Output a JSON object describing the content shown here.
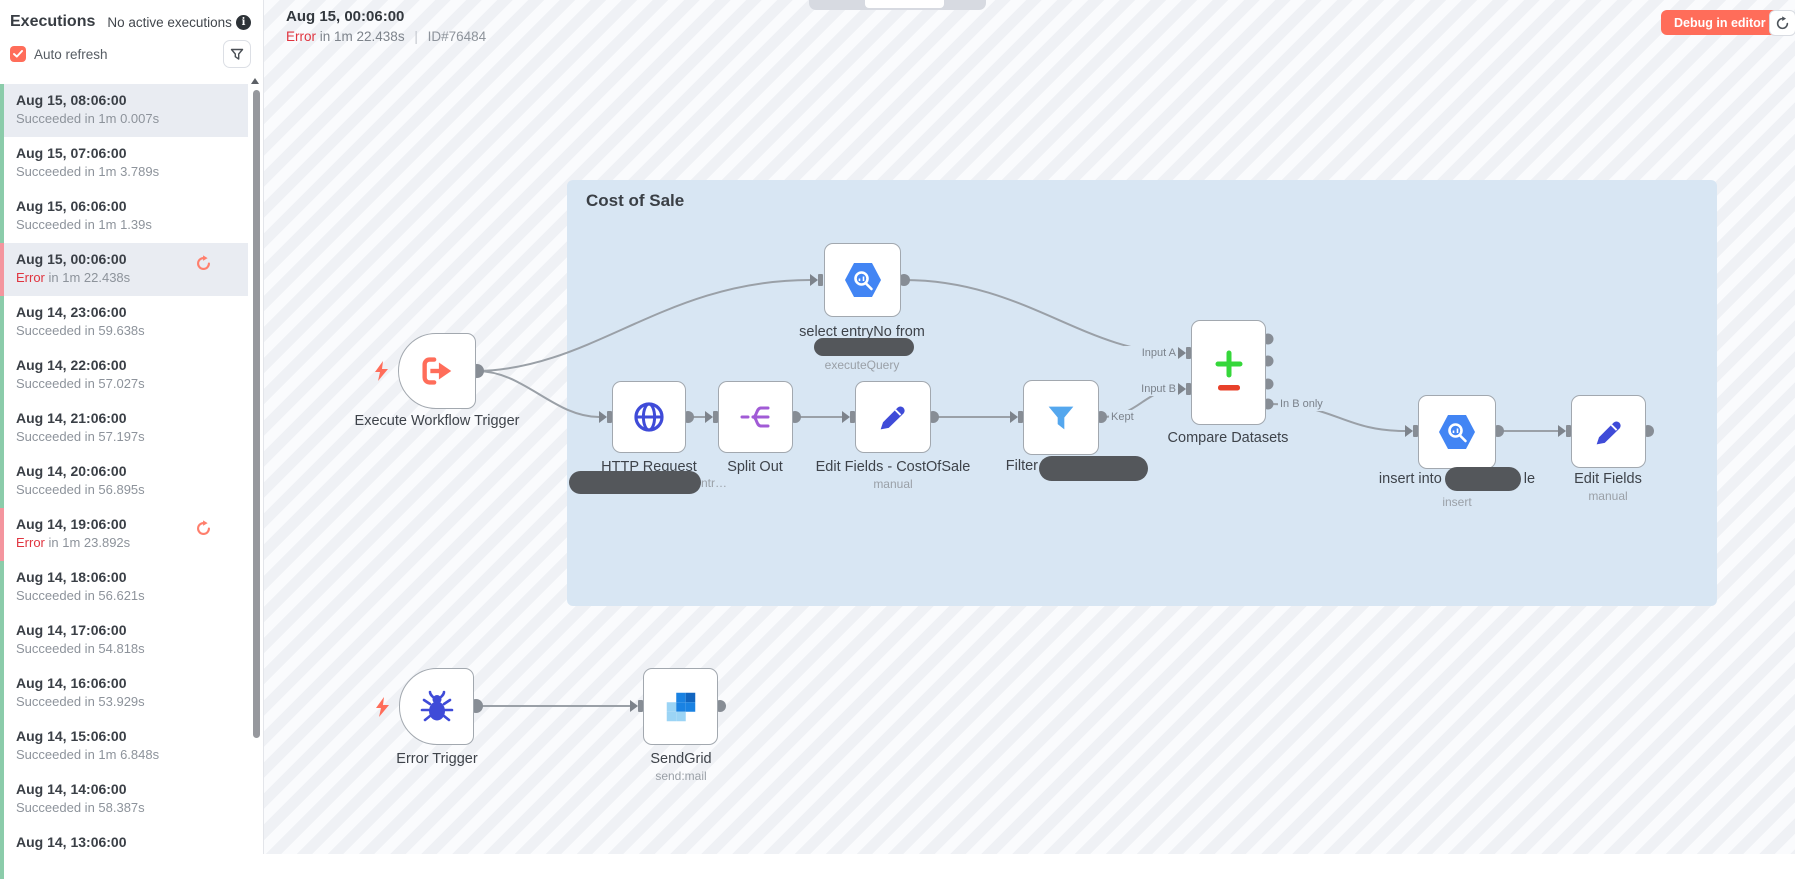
{
  "sidebar": {
    "title": "Executions",
    "status_text": "No active executions",
    "auto_refresh_label": "Auto refresh",
    "executions": [
      {
        "date": "Aug 15, 08:06:00",
        "status": "Succeeded",
        "duration": "in 1m 0.007s",
        "state": "success",
        "selected": true,
        "retry": false
      },
      {
        "date": "Aug 15, 07:06:00",
        "status": "Succeeded",
        "duration": "in 1m 3.789s",
        "state": "success",
        "selected": false,
        "retry": false
      },
      {
        "date": "Aug 15, 06:06:00",
        "status": "Succeeded",
        "duration": "in 1m 1.39s",
        "state": "success",
        "selected": false,
        "retry": false
      },
      {
        "date": "Aug 15, 00:06:00",
        "status": "Error",
        "duration": "in 1m 22.438s",
        "state": "error",
        "selected": true,
        "retry": true
      },
      {
        "date": "Aug 14, 23:06:00",
        "status": "Succeeded",
        "duration": "in 59.638s",
        "state": "success",
        "selected": false,
        "retry": false
      },
      {
        "date": "Aug 14, 22:06:00",
        "status": "Succeeded",
        "duration": "in 57.027s",
        "state": "success",
        "selected": false,
        "retry": false
      },
      {
        "date": "Aug 14, 21:06:00",
        "status": "Succeeded",
        "duration": "in 57.197s",
        "state": "success",
        "selected": false,
        "retry": false
      },
      {
        "date": "Aug 14, 20:06:00",
        "status": "Succeeded",
        "duration": "in 56.895s",
        "state": "success",
        "selected": false,
        "retry": false
      },
      {
        "date": "Aug 14, 19:06:00",
        "status": "Error",
        "duration": "in 1m 23.892s",
        "state": "error",
        "selected": false,
        "retry": true
      },
      {
        "date": "Aug 14, 18:06:00",
        "status": "Succeeded",
        "duration": "in 56.621s",
        "state": "success",
        "selected": false,
        "retry": false
      },
      {
        "date": "Aug 14, 17:06:00",
        "status": "Succeeded",
        "duration": "in 54.818s",
        "state": "success",
        "selected": false,
        "retry": false
      },
      {
        "date": "Aug 14, 16:06:00",
        "status": "Succeeded",
        "duration": "in 53.929s",
        "state": "success",
        "selected": false,
        "retry": false
      },
      {
        "date": "Aug 14, 15:06:00",
        "status": "Succeeded",
        "duration": "in 1m 6.848s",
        "state": "success",
        "selected": false,
        "retry": false
      },
      {
        "date": "Aug 14, 14:06:00",
        "status": "Succeeded",
        "duration": "in 58.387s",
        "state": "success",
        "selected": false,
        "retry": false
      },
      {
        "date": "Aug 14, 13:06:00",
        "status": "",
        "duration": "",
        "state": "success",
        "selected": false,
        "retry": false
      }
    ]
  },
  "header": {
    "date": "Aug 15, 00:06:00",
    "status": "Error",
    "duration": "in 1m 22.438s",
    "separator": "|",
    "execution_id": "ID#76484",
    "debug_button": "Debug in editor"
  },
  "canvas": {
    "group_label": "Cost of Sale",
    "nodes": {
      "execute_workflow_trigger": {
        "label": "Execute Workflow Trigger"
      },
      "bigquery_select": {
        "label": "select entryNo from",
        "subtitle": "executeQuery"
      },
      "http_request": {
        "label": "HTTP Request",
        "subtitle_tail": "ntr…"
      },
      "split_out": {
        "label": "Split Out"
      },
      "edit_fields_costofsale": {
        "label": "Edit Fields - CostOfSale",
        "subtitle": "manual"
      },
      "filter": {
        "label": "Filter",
        "output_label": "Kept"
      },
      "compare_datasets": {
        "label": "Compare Datasets",
        "input_a_label": "Input A",
        "input_b_label": "Input B",
        "output_b_only_label": "In B only"
      },
      "bigquery_insert": {
        "label_prefix": "insert into",
        "label_suffix": "le",
        "subtitle": "insert"
      },
      "edit_fields": {
        "label": "Edit Fields",
        "subtitle": "manual"
      },
      "error_trigger": {
        "label": "Error Trigger"
      },
      "sendgrid": {
        "label": "SendGrid",
        "subtitle": "send:mail"
      }
    }
  },
  "colors": {
    "accent": "#ff6d5a",
    "success_border": "#8bccaa",
    "error_border": "#f4959e",
    "error_text": "#e0343f",
    "group_bg": "#d8e6f3",
    "node_blue": "#3f4bd8",
    "split_purple": "#a15bd6",
    "filter_blue": "#54a7ee",
    "bigquery_blue": "#4285f4",
    "compare_plus": "#35d73a",
    "compare_minus": "#e8402a",
    "redaction": "#54575b"
  }
}
